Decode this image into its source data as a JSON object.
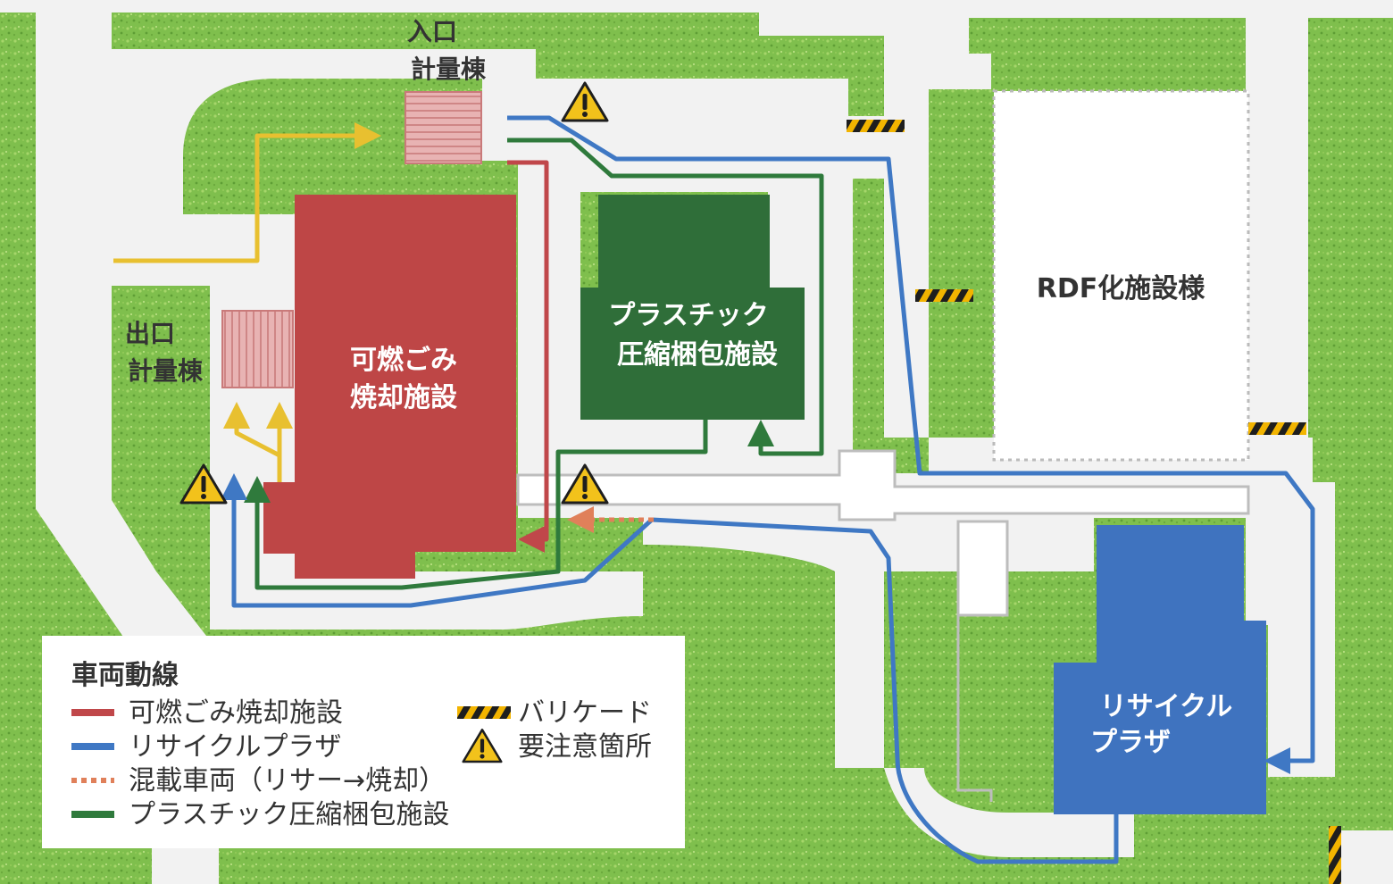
{
  "buildings": {
    "entrance_weighbridge": {
      "line1": "入口",
      "line2": "計量棟"
    },
    "exit_weighbridge": {
      "line1": "出口",
      "line2": "計量棟"
    },
    "incineration": {
      "line1": "可燃ごみ",
      "line2": "焼却施設"
    },
    "plastic": {
      "line1": "プラスチック",
      "line2": "圧縮梱包施設"
    },
    "rdf": {
      "label": "RDF化施設様"
    },
    "recycle_plaza": {
      "line1": "リサイクル",
      "line2": "プラザ"
    }
  },
  "legend": {
    "title": "車両動線",
    "items": [
      {
        "label": "可燃ごみ焼却施設",
        "color": "#c0474a",
        "style": "solid"
      },
      {
        "label": "リサイクルプラザ",
        "color": "#3f78c4",
        "style": "solid"
      },
      {
        "label": "混載車両（リサー→焼却）",
        "color": "#e0805a",
        "style": "dotted"
      },
      {
        "label": "プラスチック圧縮梱包施設",
        "color": "#2f7a3c",
        "style": "solid"
      },
      {
        "label": "バリケード",
        "icon": "barricade-icon"
      },
      {
        "label": "要注意箇所",
        "icon": "warning-icon"
      }
    ]
  },
  "colors": {
    "grass": "#7fbf4d",
    "road": "#f2f2f2",
    "incineration": "#be4646",
    "plastic": "#2f6e39",
    "recycle": "#3f73bf",
    "weighbridge": "#e8b3b3",
    "entry_arrow": "#e8c030",
    "warning": "#f2c21b"
  }
}
